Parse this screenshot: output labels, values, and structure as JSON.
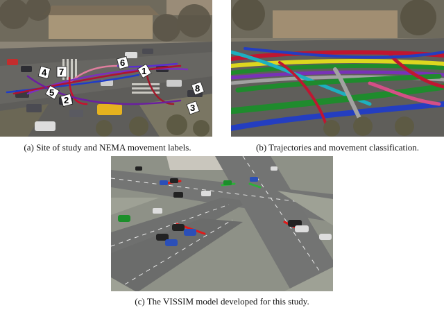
{
  "figure": {
    "panels": [
      {
        "caption": "(a)  Site of study and NEMA movement labels.",
        "movement_labels": [
          "6",
          "1",
          "4",
          "7",
          "5",
          "2",
          "8",
          "3"
        ]
      },
      {
        "caption": "(b)  Trajectories and movement classification."
      },
      {
        "caption": "(c)  The VISSIM model developed for this study."
      }
    ]
  },
  "colors": {
    "trajectory_red": "#c8102e",
    "trajectory_blue": "#1f3cc9",
    "trajectory_green": "#1a8f2a",
    "trajectory_yellow": "#e8e21a",
    "trajectory_purple": "#7b2fbf",
    "trajectory_cyan": "#18b7c9",
    "trajectory_pink": "#e04e8a",
    "trajectory_gray": "#a8a8a8",
    "stopline_red": "#e11919",
    "stopline_green": "#2fae3a"
  }
}
